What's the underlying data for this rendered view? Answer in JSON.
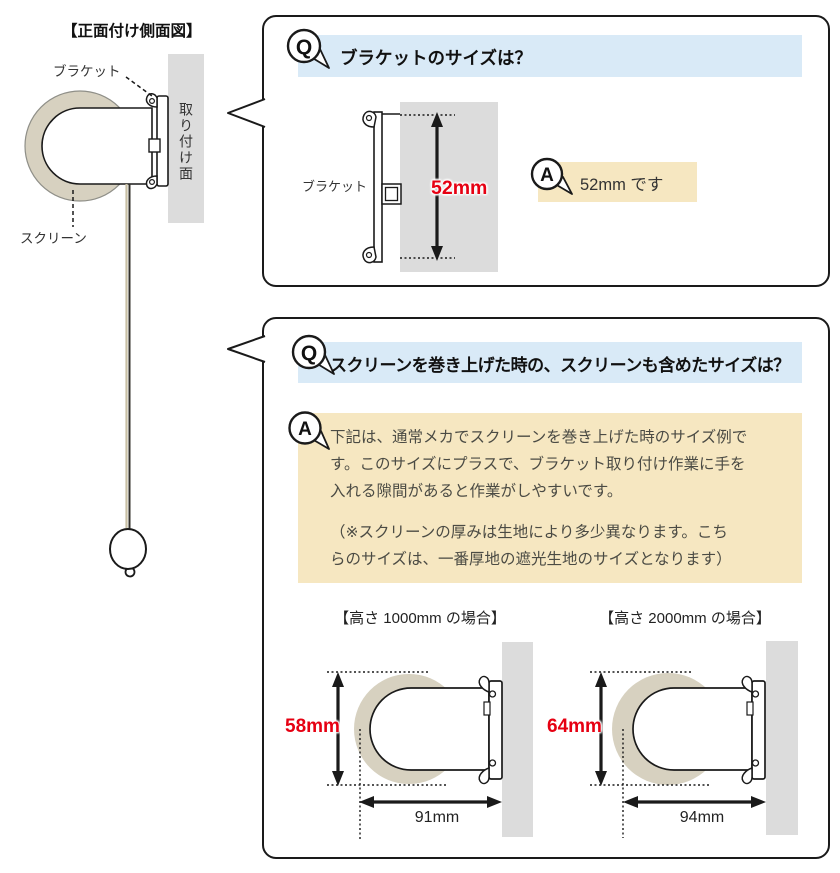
{
  "colors": {
    "band_blue": "#d9eaf7",
    "highlight_yellow": "#f6e7c1",
    "wall_gray": "#dcdcdc",
    "screen_beige": "#d7d1c0",
    "accent_red": "#e60012"
  },
  "side_view": {
    "title": "【正面付け側面図】",
    "bracket_label": "ブラケット",
    "mount_surface_label": "取り付け面",
    "screen_label": "スクリーン"
  },
  "q1": {
    "q_mark": "Q",
    "question": "ブラケットのサイズは？",
    "diagram": {
      "bracket_label": "ブラケット",
      "height_dim": "52mm"
    },
    "a_mark": "A",
    "answer": "52mm です"
  },
  "q2": {
    "q_mark": "Q",
    "question": "スクリーンを巻き上げた時の、スクリーンも含めたサイズは？",
    "a_mark": "A",
    "answer_lines": [
      "下記は、通常メカでスクリーンを巻き上げた時のサイズ例で",
      "す。このサイズにプラスで、ブラケット取り付け作業に手を",
      "入れる隙間があると作業がしやすいです。",
      "",
      "（※スクリーンの厚みは生地により多少異なります。こち",
      "らのサイズは、一番厚地の遮光生地のサイズとなります）"
    ],
    "case1": {
      "title": "【高さ 1000mm の場合】",
      "height_dim": "58mm",
      "width_dim": "91mm"
    },
    "case2": {
      "title": "【高さ 2000mm の場合】",
      "height_dim": "64mm",
      "width_dim": "94mm"
    }
  }
}
